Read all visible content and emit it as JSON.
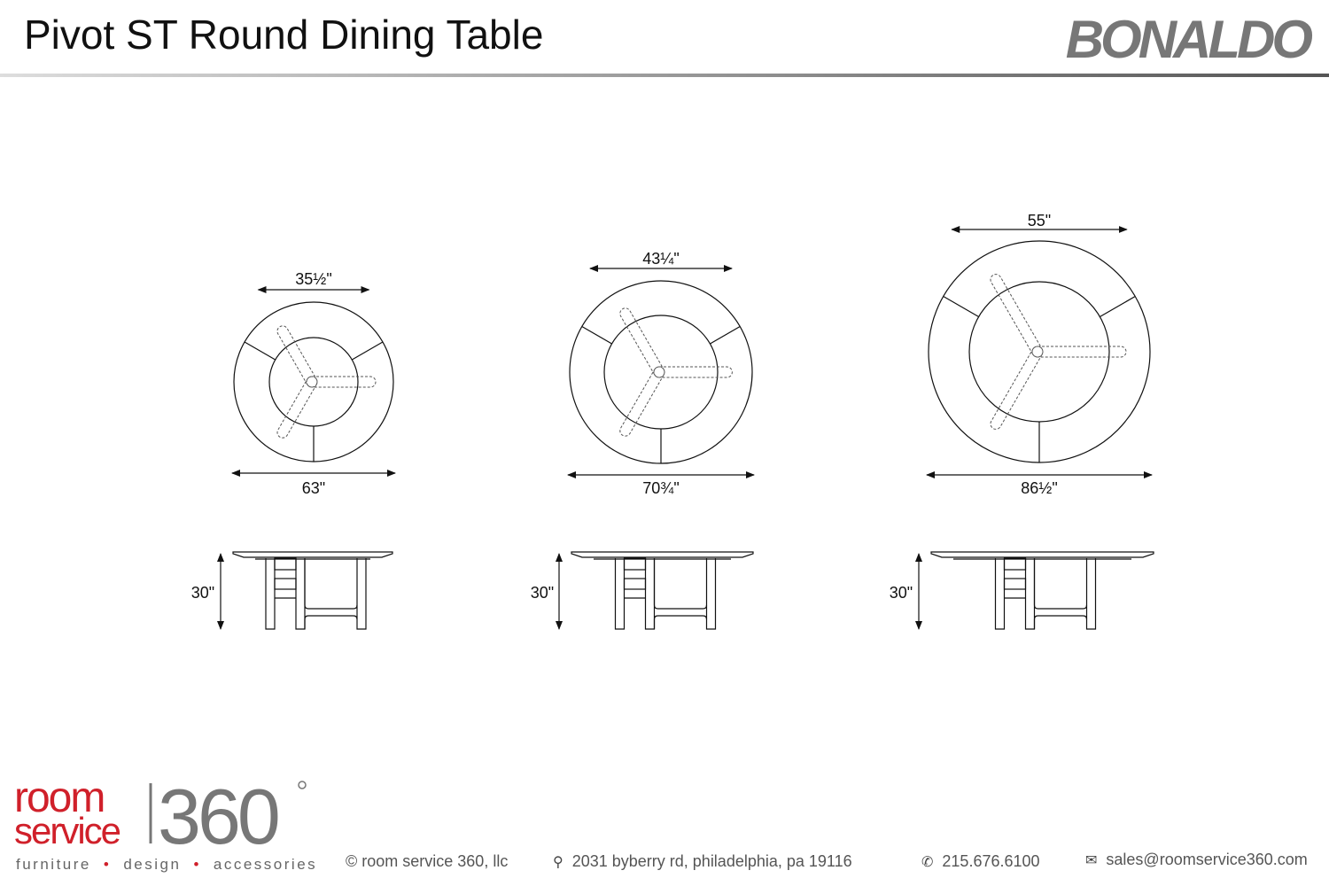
{
  "header": {
    "title": "Pivot ST Round Dining Table",
    "brand": "BONALDO"
  },
  "tables": [
    {
      "closed_diameter": "35½\"",
      "open_diameter": "63\"",
      "height": "30\""
    },
    {
      "closed_diameter": "43¼\"",
      "open_diameter": "70¾\"",
      "height": "30\""
    },
    {
      "closed_diameter": "55\"",
      "open_diameter": "86½\"",
      "height": "30\""
    }
  ],
  "footer": {
    "logo_top": "room",
    "logo_bottom": "service",
    "logo_number": "360",
    "tagline": [
      "furniture",
      "design",
      "accessories"
    ],
    "copyright": "© room service 360, llc",
    "address": "2031 byberry rd, philadelphia, pa 19116",
    "phone": "215.676.6100",
    "email": "sales@roomservice360.com",
    "accent_color": "#d0202a",
    "gray_color": "#777777"
  }
}
